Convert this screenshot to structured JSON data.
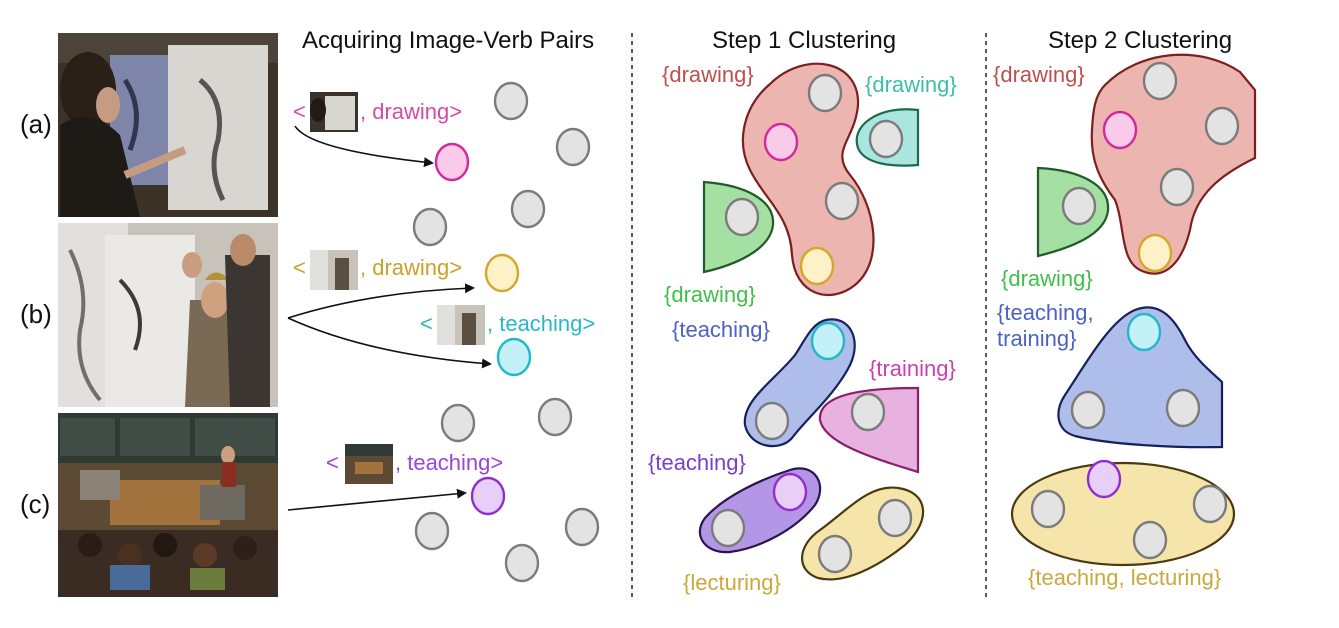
{
  "headings": {
    "pairs": "Acquiring Image-Verb Pairs",
    "step1": "Step 1 Clustering",
    "step2": "Step 2 Clustering"
  },
  "rows": [
    "(a)",
    "(b)",
    "(c)"
  ],
  "pairs": [
    {
      "open": "<",
      "verb": ", drawing>",
      "color": "#d64aa8"
    },
    {
      "open": "<",
      "verb": ", drawing>",
      "color": "#c9a227"
    },
    {
      "open": "<",
      "verb": ", teaching>",
      "color": "#2ab7c9"
    },
    {
      "open": "<",
      "verb": ", teaching>",
      "color": "#9a45d8"
    }
  ],
  "step1_labels": {
    "drawing_red": "{drawing}",
    "drawing_teal": "{drawing}",
    "drawing_green": "{drawing}",
    "teaching_blue": "{teaching}",
    "training": "{training}",
    "teaching_purple": "{teaching}",
    "lecturing": "{lecturing}"
  },
  "step2_labels": {
    "drawing_red": "{drawing}",
    "drawing_green": "{drawing}",
    "teaching_training_1": "{teaching,",
    "teaching_training_2": "training}",
    "teaching_lecturing": "{teaching, lecturing}"
  },
  "colors": {
    "drawing_red": "#c0504d",
    "drawing_teal": "#3bbfa7",
    "drawing_green": "#3fbf4b",
    "teaching_blue": "#4a63c4",
    "training": "#cc3fb0",
    "teaching_purple": "#7b3fc9",
    "lecturing": "#c8aa3c"
  }
}
